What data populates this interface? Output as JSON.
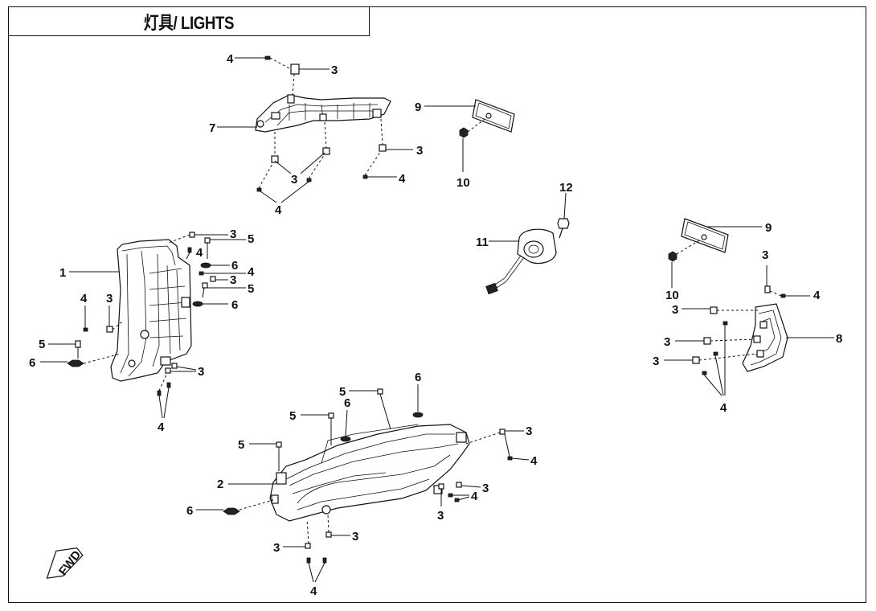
{
  "title": "灯具/ LIGHTS",
  "fwd_label": "FWD",
  "callouts": {
    "c1": "1",
    "c2": "2",
    "c7": "7",
    "c8": "8",
    "c9a": "9",
    "c9b": "9",
    "c10a": "10",
    "c10b": "10",
    "c11": "11",
    "c12": "12",
    "c3_top": "3",
    "c3_r7": "3",
    "c3_under7": "3",
    "c3_l1": "3",
    "c3_l2": "3",
    "c3_l3": "3",
    "c3_l4": "3",
    "c3_r1": "3",
    "c3_r2": "3",
    "c3_r3": "3",
    "c3_r4": "3",
    "c3_h1": "3",
    "c3_h2": "3",
    "c3_h3": "3",
    "c3_h4": "3",
    "c3_h5": "3",
    "c4_top": "4",
    "c4_r7": "4",
    "c4_under7": "4",
    "c4_l1": "4",
    "c4_l2": "4",
    "c4_l3": "4",
    "c4_l4": "4",
    "c4_r1": "4",
    "c4_r2": "4",
    "c4_h1": "4",
    "c4_h2": "4",
    "c4_h3": "4",
    "c5_l1": "5",
    "c5_l2": "5",
    "c5_l3": "5",
    "c5_h1": "5",
    "c5_h2": "5",
    "c5_h3": "5",
    "c6_l1": "6",
    "c6_l2": "6",
    "c6_l3": "6",
    "c6_h1": "6",
    "c6_h2": "6",
    "c6_h3": "6"
  }
}
